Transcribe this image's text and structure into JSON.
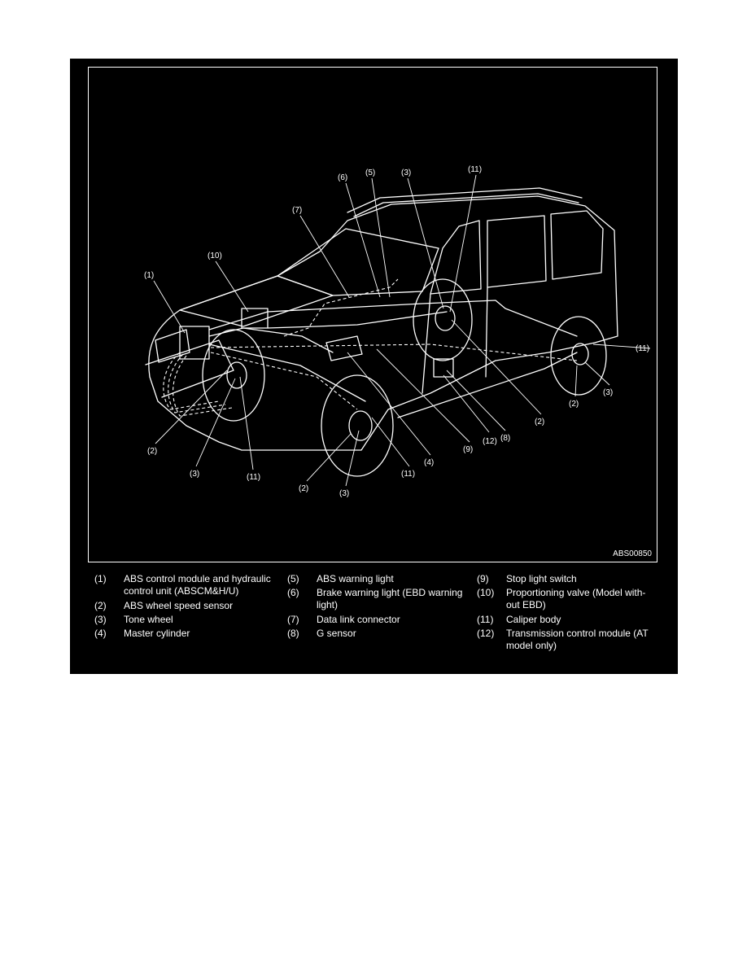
{
  "figure_code": "ABS00850",
  "callouts": [
    {
      "id": "c1",
      "label": "(1)"
    },
    {
      "id": "c2a",
      "label": "(2)"
    },
    {
      "id": "c2b",
      "label": "(2)"
    },
    {
      "id": "c2c",
      "label": "(2)"
    },
    {
      "id": "c2d",
      "label": "(2)"
    },
    {
      "id": "c3a",
      "label": "(3)"
    },
    {
      "id": "c3b",
      "label": "(3)"
    },
    {
      "id": "c3c",
      "label": "(3)"
    },
    {
      "id": "c3d",
      "label": "(3)"
    },
    {
      "id": "c4",
      "label": "(4)"
    },
    {
      "id": "c5",
      "label": "(5)"
    },
    {
      "id": "c6",
      "label": "(6)"
    },
    {
      "id": "c7",
      "label": "(7)"
    },
    {
      "id": "c8",
      "label": "(8)"
    },
    {
      "id": "c9",
      "label": "(9)"
    },
    {
      "id": "c10",
      "label": "(10)"
    },
    {
      "id": "c11a",
      "label": "(11)"
    },
    {
      "id": "c11b",
      "label": "(11)"
    },
    {
      "id": "c11c",
      "label": "(11)"
    },
    {
      "id": "c11d",
      "label": "(11)"
    },
    {
      "id": "c12",
      "label": "(12)"
    }
  ],
  "legend": [
    {
      "num": "(1)",
      "text": "ABS control module and hydraulic control unit (ABSCM&H/U)"
    },
    {
      "num": "(2)",
      "text": "ABS wheel speed sensor"
    },
    {
      "num": "(3)",
      "text": "Tone wheel"
    },
    {
      "num": "(4)",
      "text": "Master cylinder"
    },
    {
      "num": "(5)",
      "text": "ABS warning light"
    },
    {
      "num": "(6)",
      "text": "Brake warning light (EBD warning light)"
    },
    {
      "num": "(7)",
      "text": "Data link connector"
    },
    {
      "num": "(8)",
      "text": "G sensor"
    },
    {
      "num": "(9)",
      "text": "Stop light switch"
    },
    {
      "num": "(10)",
      "text": "Proportioning valve (Model with-out EBD)"
    },
    {
      "num": "(11)",
      "text": "Caliper body"
    },
    {
      "num": "(12)",
      "text": "Transmission control module (AT model only)"
    }
  ]
}
